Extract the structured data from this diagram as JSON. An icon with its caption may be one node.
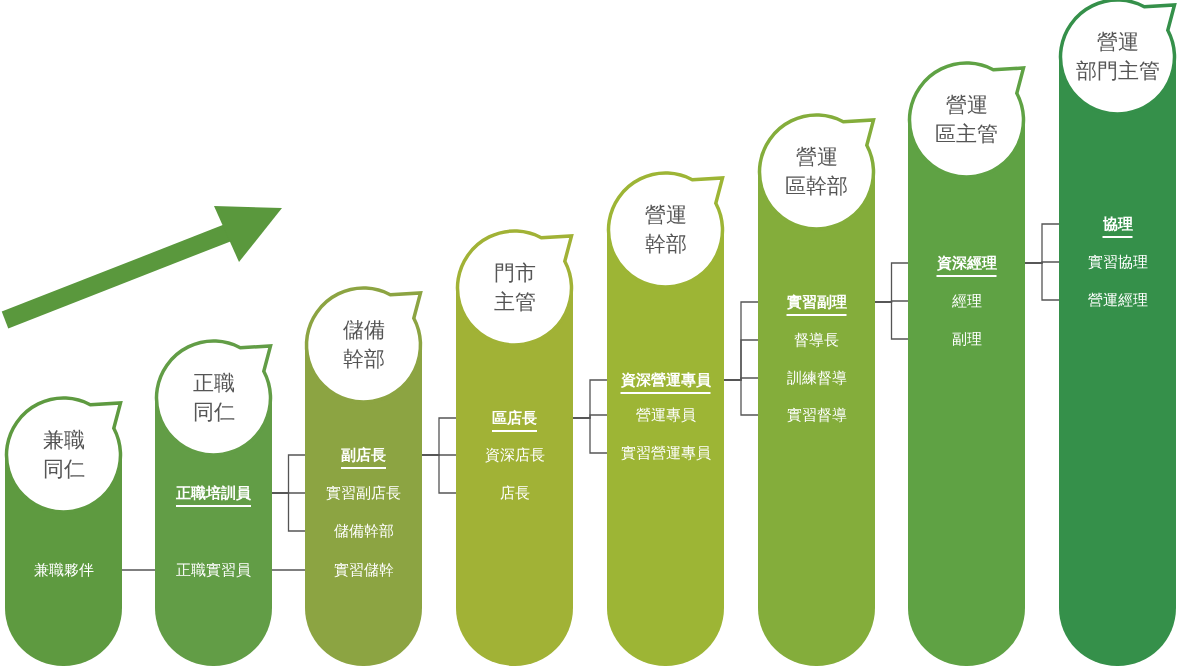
{
  "diagram": {
    "nodes": [
      {
        "text": [
          "兼職同仁"
        ]
      },
      {
        "text": [
          "兼職夥伴"
        ],
        "in": 0
      },
      {
        "text": [
          "正職同仁"
        ]
      },
      {
        "text": [
          "正職培訓員"
        ],
        "in": 2
      },
      {
        "text": [
          "正職實習員"
        ],
        "in": 2
      },
      {
        "text": [
          "儲備幹部"
        ]
      },
      {
        "text": [
          "副店長"
        ],
        "in": 5
      },
      {
        "text": [
          "實習副店長"
        ],
        "in": 5
      },
      {
        "text": [
          "儲備幹部"
        ],
        "in": 5
      },
      {
        "text": [
          "實習儲幹"
        ],
        "in": 5
      },
      {
        "text": [
          "門市主管"
        ]
      },
      {
        "text": [
          "區店長"
        ],
        "in": 10
      },
      {
        "text": [
          "資深店長"
        ],
        "in": 10
      },
      {
        "text": [
          "店長"
        ],
        "in": 10
      },
      {
        "text": [
          "營運幹部"
        ]
      },
      {
        "text": [
          "資深營運專員"
        ],
        "in": 14
      },
      {
        "text": [
          "營運專員"
        ],
        "in": 14
      },
      {
        "text": [
          "實習營運專員"
        ],
        "in": 14
      },
      {
        "text": [
          "營運區幹部"
        ]
      },
      {
        "text": [
          "實習副理"
        ],
        "in": 18
      },
      {
        "text": [
          "督導長"
        ],
        "in": 18
      },
      {
        "text": [
          "訓練督導"
        ],
        "in": 18
      },
      {
        "text": [
          "實習督導"
        ],
        "in": 18
      },
      {
        "text": [
          "營運區主管"
        ]
      },
      {
        "text": [
          "資深經理"
        ],
        "in": 23
      },
      {
        "text": [
          "經理"
        ],
        "in": 23
      },
      {
        "text": [
          "副理"
        ],
        "in": 23
      },
      {
        "text": [
          "營運部門主管"
        ]
      },
      {
        "text": [
          "協理"
        ],
        "in": 27
      },
      {
        "text": [
          "實習協理"
        ],
        "in": 27
      },
      {
        "text": [
          "營運經理"
        ],
        "in": 27
      }
    ],
    "edges": [
      {
        "from": 1,
        "to": 4,
        "arrow": "none"
      },
      {
        "from": 3,
        "to": 6,
        "arrow": "none"
      },
      {
        "from": 3,
        "to": 7,
        "arrow": "none"
      },
      {
        "from": 3,
        "to": 8,
        "arrow": "none"
      },
      {
        "from": 4,
        "to": 9,
        "arrow": "none"
      },
      {
        "from": 6,
        "to": 11,
        "arrow": "none"
      },
      {
        "from": 6,
        "to": 12,
        "arrow": "none"
      },
      {
        "from": 6,
        "to": 13,
        "arrow": "none"
      },
      {
        "from": 11,
        "to": 15,
        "arrow": "none"
      },
      {
        "from": 11,
        "to": 16,
        "arrow": "none"
      },
      {
        "from": 11,
        "to": 17,
        "arrow": "none"
      },
      {
        "from": 15,
        "to": 19,
        "arrow": "none"
      },
      {
        "from": 15,
        "to": 20,
        "arrow": "none"
      },
      {
        "from": 15,
        "to": 21,
        "arrow": "none"
      },
      {
        "from": 15,
        "to": 22,
        "arrow": "none"
      },
      {
        "from": 19,
        "to": 24,
        "arrow": "none"
      },
      {
        "from": 19,
        "to": 25,
        "arrow": "none"
      },
      {
        "from": 19,
        "to": 26,
        "arrow": "none"
      },
      {
        "from": 24,
        "to": 28,
        "arrow": "none"
      },
      {
        "from": 24,
        "to": 29,
        "arrow": "none"
      },
      {
        "from": 24,
        "to": 30,
        "arrow": "none"
      }
    ]
  }
}
